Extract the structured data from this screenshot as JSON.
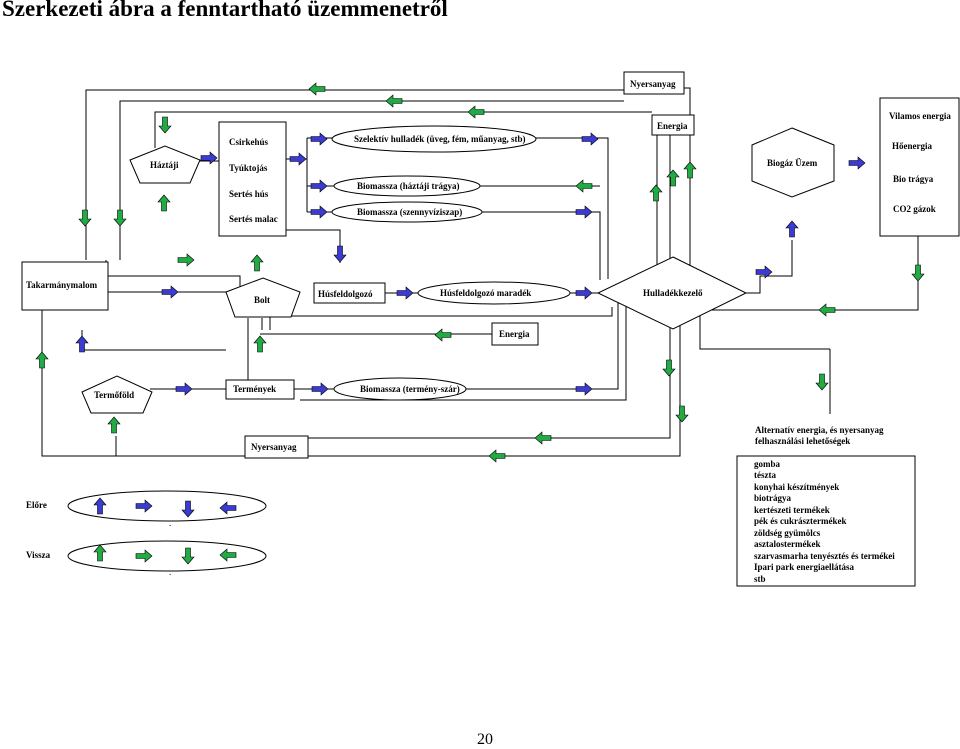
{
  "title": "Szerkezeti ábra a fenntartható üzemmenetről",
  "page_number": "20",
  "colors": {
    "blue_arrow": "#3b3bd1",
    "green_arrow": "#22aa44"
  },
  "nodes": {
    "nyersanyag_top": "Nyersanyag",
    "energia_top": "Energia",
    "haztaji": "Háztáji",
    "products": [
      "Csirkehús",
      "Tyúktojás",
      "Sertés hús",
      "Sertés malac"
    ],
    "szelektiv": "Szelektív hulladék (üveg, fém, műanyag, stb)",
    "biomassza_haztaji": "Biomassza (háztáji trágya)",
    "biomassza_szenny": "Biomassza (szennyvíziszap)",
    "biogaz": "Biogáz Üzem",
    "outputs": [
      "Vilamos energia",
      "Hőenergia",
      "Bio trágya",
      "CO2 gázok"
    ],
    "takarmanymalom": "Takarmánymalom",
    "bolt": "Bolt",
    "husfeldolgozo": "Húsfeldolgozó",
    "husfeldolgozo_maradek": "Húsfeldolgozó maradék",
    "hulladekkezelo": "Hulladékkezelő",
    "energia_mid": "Energia",
    "termofold": "Termőföld",
    "termenyek": "Termények",
    "biomassza_termeny": "Biomassza (termény-szár)",
    "nyersanyag_bottom": "Nyersanyag"
  },
  "alternatives": {
    "heading_line1": "Alternatív energia, és nyersanyag",
    "heading_line2": "felhasználási lehetőségek",
    "items": [
      "gomba",
      "tészta",
      "konyhai készítmények",
      "biotrágya",
      "kertészeti termékek",
      "pék és cukrásztermékek",
      "zöldség gyümölcs",
      "asztalostermékek",
      "szarvasmarha tenyésztés és termékei",
      "Ipari park energiaellátása",
      "stb"
    ]
  },
  "legend": {
    "elore": "Előre",
    "vissza": "Vissza"
  }
}
